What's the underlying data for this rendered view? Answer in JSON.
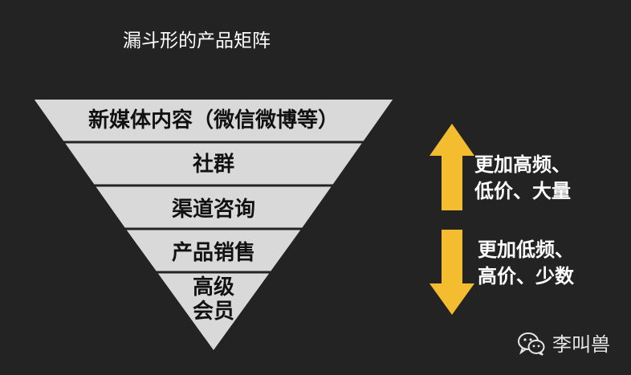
{
  "title": "漏斗形的产品矩阵",
  "funnel": {
    "tiers": [
      {
        "label": "新媒体内容（微信微博等）"
      },
      {
        "label": "社群"
      },
      {
        "label": "渠道咨询"
      },
      {
        "label": "产品销售"
      },
      {
        "label_line1": "高级",
        "label_line2": "会员"
      }
    ]
  },
  "arrows": {
    "up": {
      "line1": "更加高频、",
      "line2": "低价、大量",
      "color": "#f4bc2f",
      "icon": "arrow-up-icon"
    },
    "down": {
      "line1": "更加低频、",
      "line2": "高价、少数",
      "color": "#f4bc2f",
      "icon": "arrow-down-icon"
    }
  },
  "watermark": {
    "icon": "wechat-icon",
    "text": "李叫兽"
  },
  "colors": {
    "background": "#232323",
    "funnel_fill": "#d9d9d9",
    "divider": "#232323",
    "accent": "#f4bc2f"
  }
}
